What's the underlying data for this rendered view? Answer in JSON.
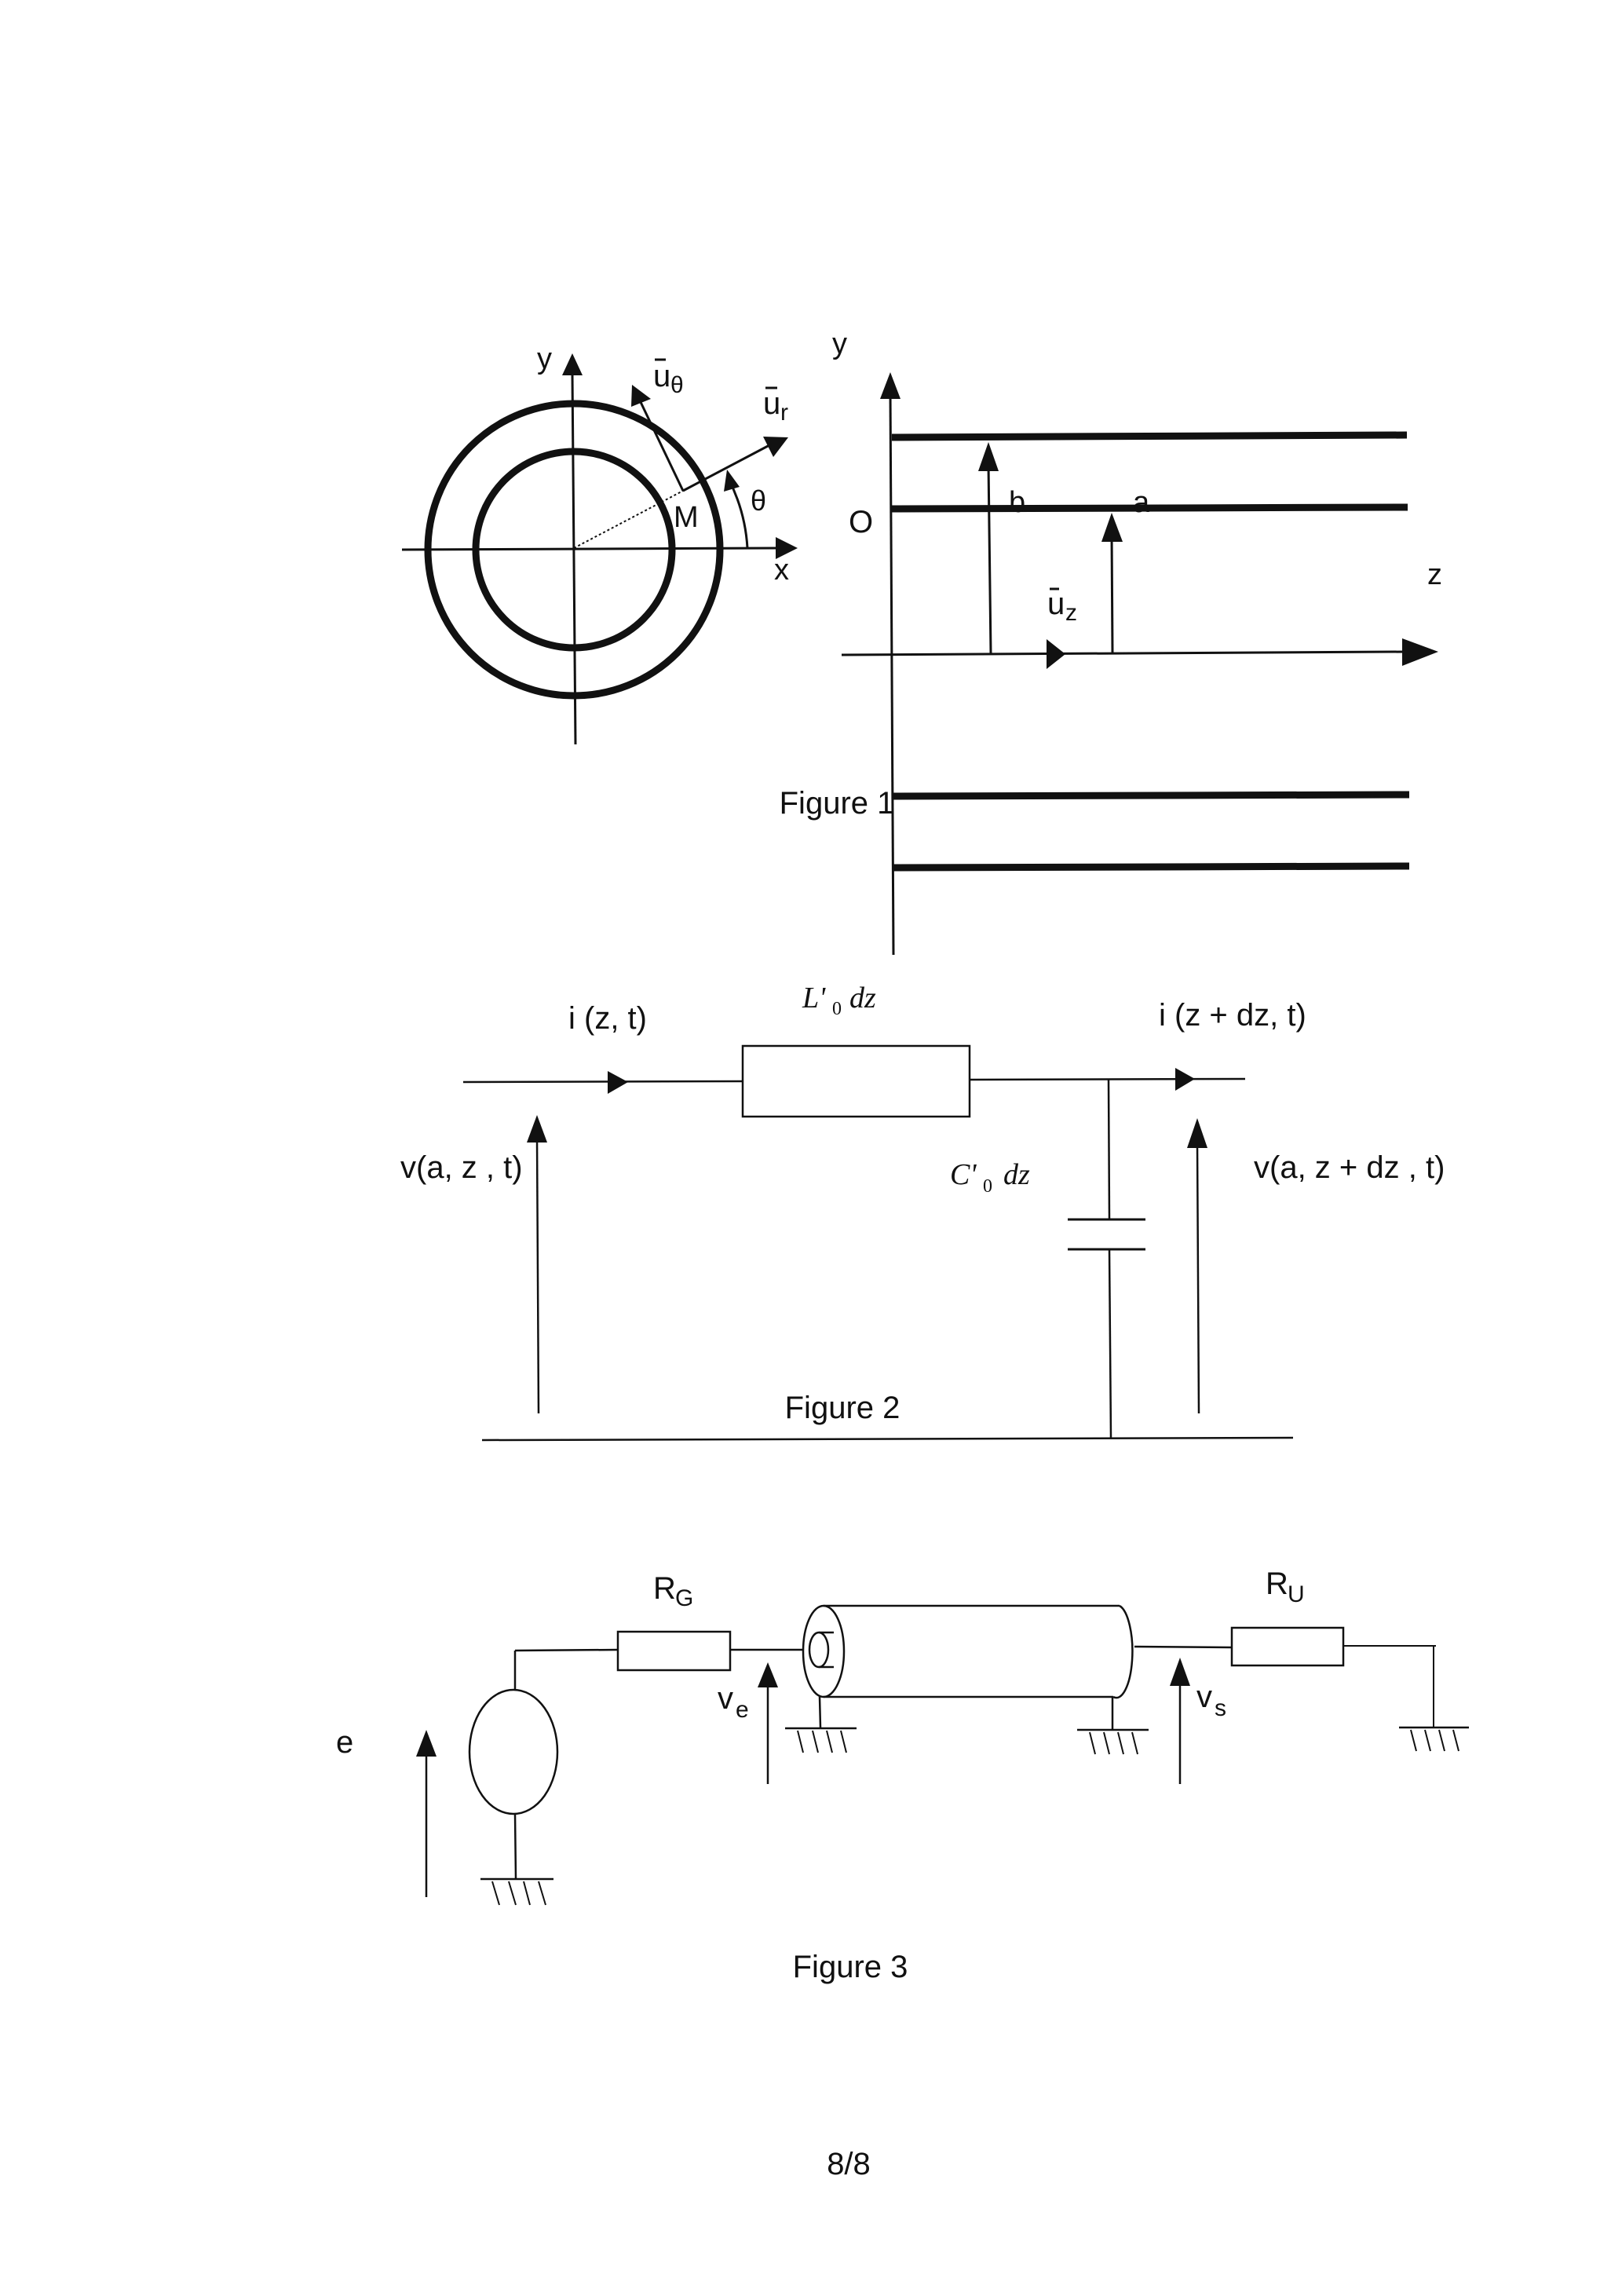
{
  "page": {
    "page_number": "8/8",
    "ink_color": "#111111",
    "background": "#ffffff"
  },
  "figure1": {
    "caption": "Figure 1",
    "cross_section": {
      "axis_x": "x",
      "axis_y": "y",
      "point": "M",
      "angle": "θ",
      "unit_r": {
        "base": "u",
        "sub": "r"
      },
      "unit_theta": {
        "base": "u",
        "sub": "θ"
      }
    },
    "longitudinal": {
      "axis_y": "y",
      "axis_z": "z",
      "origin": "O",
      "radius_outer": "b",
      "radius_inner": "a",
      "unit_z": {
        "base": "u",
        "sub": "z"
      }
    }
  },
  "figure2": {
    "caption": "Figure 2",
    "current_in": "i (z, t)",
    "current_out": "i (z + dz, t)",
    "voltage_in": "v(a, z , t)",
    "voltage_out": "v(a, z + dz , t)",
    "inductor": {
      "base": "L'",
      "sub": "0",
      "suffix": "dz"
    },
    "capacitor": {
      "base": "C'",
      "sub": "0",
      "suffix": "dz"
    }
  },
  "figure3": {
    "caption": "Figure 3",
    "source_voltage": "e",
    "generator_resistor": {
      "base": "R",
      "sub": "G"
    },
    "load_resistor": {
      "base": "R",
      "sub": "U"
    },
    "input_voltage": {
      "base": "v",
      "sub": "e"
    },
    "output_voltage": {
      "base": "v",
      "sub": "s"
    }
  }
}
